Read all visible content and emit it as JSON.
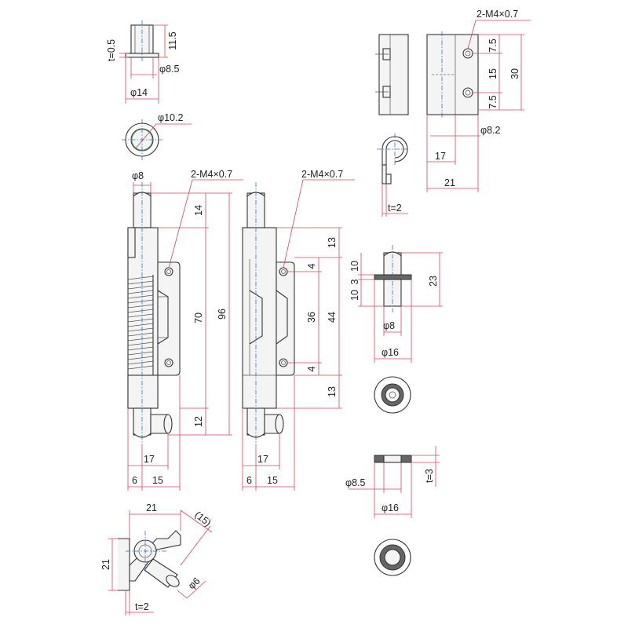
{
  "labels": {
    "pin_t": "t=0.5",
    "pin_h": "11.5",
    "pin_d1": "φ8.5",
    "pin_d2": "φ14",
    "washer_d": "φ10.2",
    "bolt_d": "φ8",
    "thread1": "2-M4×0.7",
    "thread2": "2-M4×0.7",
    "thread3": "2-M4×0.7",
    "s_14": "14",
    "s_70": "70",
    "s_96": "96",
    "s_12": "12",
    "s_17a": "17",
    "s_6a": "6",
    "s_15a": "15",
    "m_13a": "13",
    "m_4a": "4",
    "m_36": "36",
    "m_44": "44",
    "m_4b": "4",
    "m_13b": "13",
    "m_17b": "17",
    "m_6b": "6",
    "m_15b": "15",
    "tr_75a": "7.5",
    "tr_15": "15",
    "tr_75b": "7.5",
    "tr_30": "30",
    "tr_d82": "φ8.2",
    "tr_17": "17",
    "tr_21": "21",
    "tr_t2": "t=2",
    "st_10": "10",
    "st_3": "3",
    "st_10b": "10",
    "st_23": "23",
    "st_d8": "φ8",
    "st_d16": "φ16",
    "wa_d85": "φ8.5",
    "wa_d16": "φ16",
    "wa_t3": "t=3",
    "bl_21": "21",
    "bl_15": "(15)",
    "bl_21v": "21",
    "bl_d6": "φ6",
    "bl_t2": "t=2"
  }
}
